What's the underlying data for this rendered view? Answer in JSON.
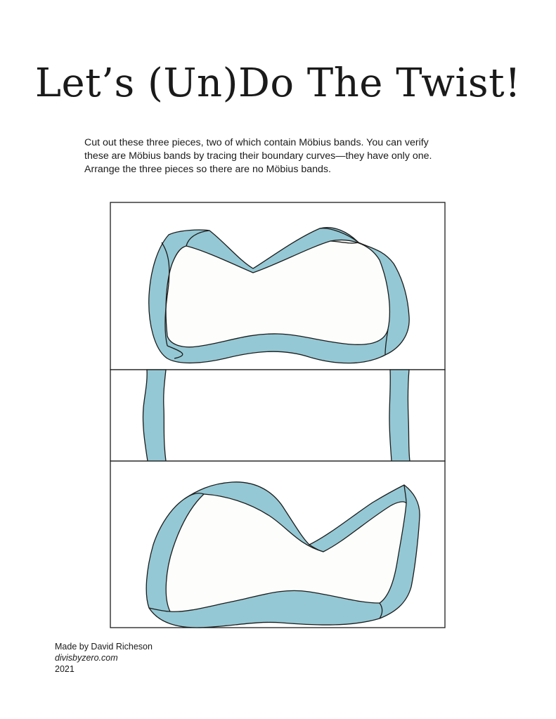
{
  "title": "Let’s (Un)Do The Twist!",
  "instructions": {
    "line1": "Cut out these three pieces, two of which contain Möbius bands. You can verify",
    "line2": "these are Möbius bands by tracing their boundary curves—they have only one.",
    "line3": "Arrange the three pieces so there are no Möbius bands."
  },
  "credits": {
    "author": "Made by David Richeson",
    "website": "divisbyzero.com",
    "year": "2021"
  },
  "colors": {
    "band": "#94c8d4",
    "band_interior": "#fdfdfb",
    "outline": "#1c1c1c"
  }
}
